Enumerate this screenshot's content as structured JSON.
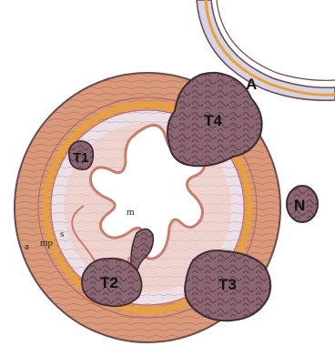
{
  "labels": {
    "aorta": "A",
    "node": "N",
    "t1": "T1",
    "t2": "T2",
    "t3": "T3",
    "t4": "T4",
    "mucosa": "m",
    "submucosa": "s",
    "muscularis_propria": "mp",
    "adventitia": "a"
  },
  "colors": {
    "muscle": "#d99a7c",
    "muscle_line": "#b86a55",
    "muscle_inner_band": "#e8a03c",
    "submucosa": "#ece0e6",
    "mucosa": "#f1c7b8",
    "lumen": "#ffffff",
    "tumor": "#8a6772",
    "tumor_dark": "#5a3f48",
    "aorta_wall": "#d7d3e6",
    "aorta_line": "#e8a03c",
    "outline": "#6a4a4a"
  }
}
